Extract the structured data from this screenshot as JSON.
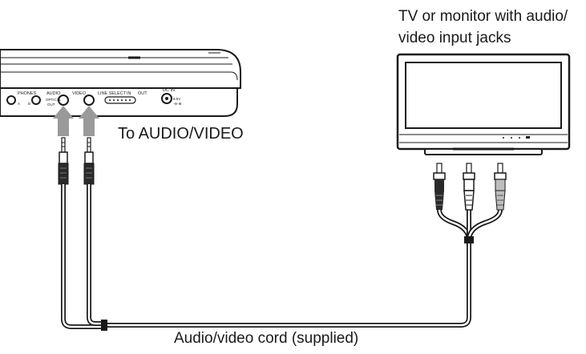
{
  "labels": {
    "tv_line1": "TV or monitor with audio/",
    "tv_line2": "video input jacks",
    "to_audio_video": "To AUDIO/VIDEO",
    "cord": "Audio/video cord (supplied)"
  },
  "panel_markings": {
    "phones": "PHONES",
    "phones_a": "A",
    "phones_b": "B",
    "audio": "AUDIO",
    "optical": "OPTICAL",
    "out": "OUT",
    "video": "VIDEO",
    "line_select": "LINE SELECT",
    "in": "IN",
    "out_switch": "OUT",
    "dc_in": "DC IN",
    "dc_volt": "9.5V"
  },
  "colors": {
    "line": "#1a1a1a",
    "arrow": "#9a9a9a",
    "plug_dark": "#2a2a2a",
    "plug_light": "#bdbdbd",
    "device": "#ffffff"
  }
}
